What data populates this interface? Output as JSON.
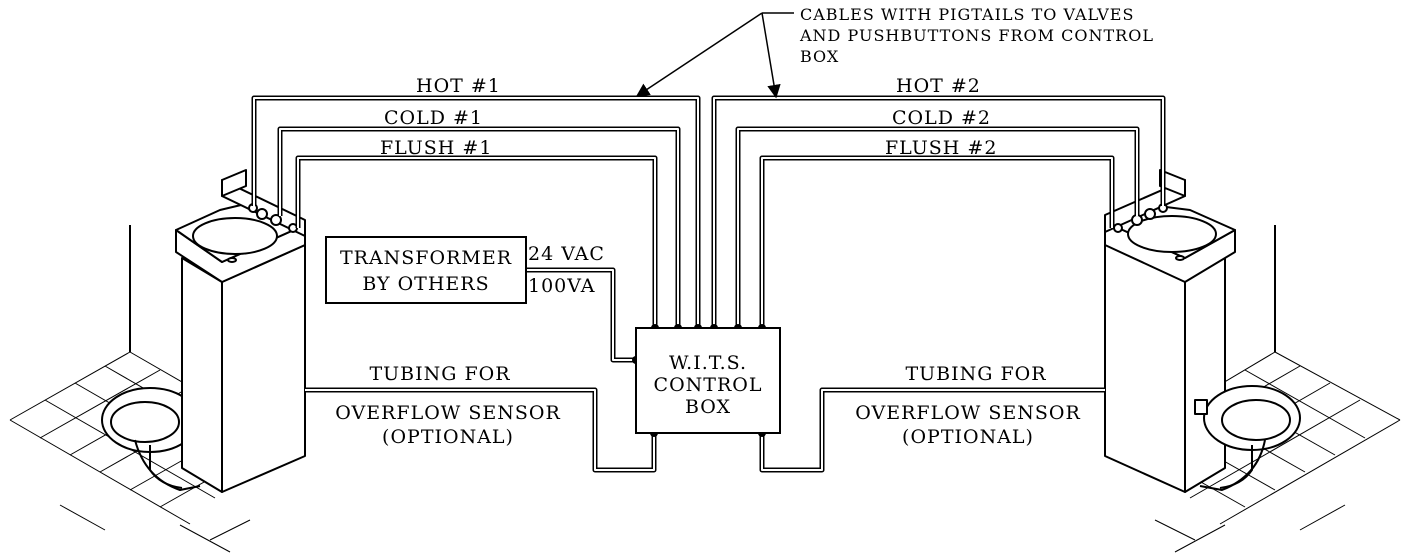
{
  "callout": {
    "line1": "CABLES WITH PIGTAILS TO VALVES",
    "line2": "AND PUSHBUTTONS FROM CONTROL",
    "line3": "BOX"
  },
  "cables": {
    "hot_1": "HOT  #1",
    "cold_1": "COLD  #1",
    "flush_1": "FLUSH  #1",
    "hot_2": "HOT  #2",
    "cold_2": "COLD  #2",
    "flush_2": "FLUSH  #2"
  },
  "transformer": {
    "line1": "TRANSFORMER",
    "line2": "BY  OTHERS",
    "voltage": "24  VAC",
    "rating": "100VA"
  },
  "control_box": {
    "line1": "W.I.T.S.",
    "line2": "CONTROL",
    "line3": "BOX"
  },
  "tubing_left": {
    "line1": "TUBING  FOR",
    "line2": "OVERFLOW  SENSOR",
    "line3": "(OPTIONAL)"
  },
  "tubing_right": {
    "line1": "TUBING  FOR",
    "line2": "OVERFLOW  SENSOR",
    "line3": "(OPTIONAL)"
  }
}
